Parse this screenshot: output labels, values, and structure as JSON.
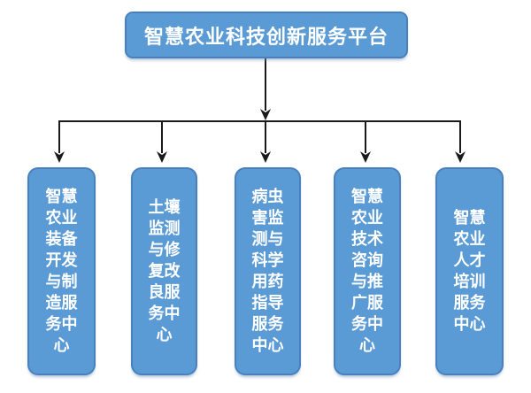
{
  "diagram": {
    "type": "org-chart",
    "root": {
      "label": "智慧农业科技创新服务平台"
    },
    "children": [
      {
        "label": "智慧农业装备开发与制造服务中心"
      },
      {
        "label": "土壤监测与修复改良服务中心"
      },
      {
        "label": "病虫害监测与科学用药指导服务中心"
      },
      {
        "label": "智慧农业技术咨询与推广服务中心"
      },
      {
        "label": "智慧农业人才培训服务中心"
      }
    ]
  },
  "colors": {
    "background": "#ffffff",
    "node_fill": "#5b9bd5",
    "node_border": "#4a80be",
    "node_text": "#ffffff",
    "connector": "#1a1a1a"
  }
}
